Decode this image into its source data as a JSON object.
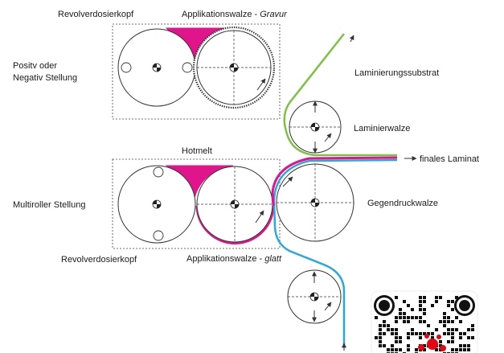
{
  "labels": {
    "top_dosing_head": "Revolverdosierkopf",
    "top_applicator_prefix": "Applikationswalze - ",
    "top_applicator_type": "Gravur",
    "position_line1": "Positv oder",
    "position_line2": "Negativ Stellung",
    "lamination_substrate": "Laminierungssubstrat",
    "lamination_roller": "Laminierwalze",
    "hotmelt": "Hotmelt",
    "final_laminate": "finales Laminat",
    "multiroller_position": "Multiroller Stellung",
    "counter_pressure_roller": "Gegendruckwalze",
    "bottom_dosing_head": "Revolverdosierkopf",
    "bottom_applicator_prefix": "Applikationswalze - ",
    "bottom_applicator_type": "glatt"
  },
  "colors": {
    "adhesive": "#e0158c",
    "lamination_web": "#7dc242",
    "substrate_web": "#29a8e0",
    "line": "#333333"
  },
  "icons": {
    "qr": "qr-code-icon"
  }
}
